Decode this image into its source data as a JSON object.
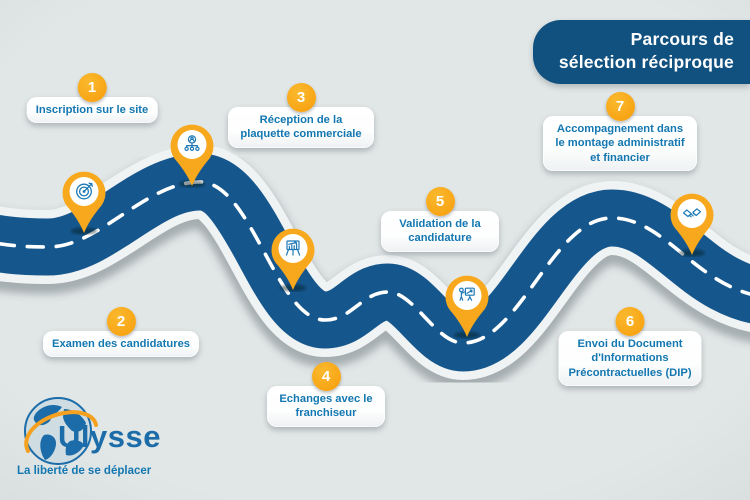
{
  "title": {
    "line1": "Parcours de",
    "line2": "sélection réciproque"
  },
  "steps": [
    {
      "number": "1",
      "label": "Inscription sur le site"
    },
    {
      "number": "2",
      "label": "Examen des candidatures"
    },
    {
      "number": "3",
      "label": "Réception de la plaquette commerciale"
    },
    {
      "number": "4",
      "label": "Echanges avec le franchiseur"
    },
    {
      "number": "5",
      "label": "Validation de la candidature"
    },
    {
      "number": "6",
      "label": "Envoi du Document d'Informations Précontractuelles (DIP)"
    },
    {
      "number": "7",
      "label": "Accompagnement dans le montage administratif et financier"
    }
  ],
  "pins": [
    {
      "icon": "target-icon"
    },
    {
      "icon": "network-people-icon"
    },
    {
      "icon": "chart-easel-icon"
    },
    {
      "icon": "presentation-icon"
    },
    {
      "icon": "handshake-icon"
    }
  ],
  "logo": {
    "brand": "Ulysse",
    "tagline": "La liberté de se déplacer"
  },
  "colors": {
    "background": "#DDE3E3",
    "road_blue": "#15578D",
    "road_border": "#F0F3F4",
    "title_banner_blue": "#11517F",
    "accent_yellow": "#F8A81D",
    "label_text_blue": "#1377B1",
    "icon_blue": "#1D79B5",
    "logo_blue": "#1B6CA8",
    "logo_orange": "#F5A01E"
  }
}
